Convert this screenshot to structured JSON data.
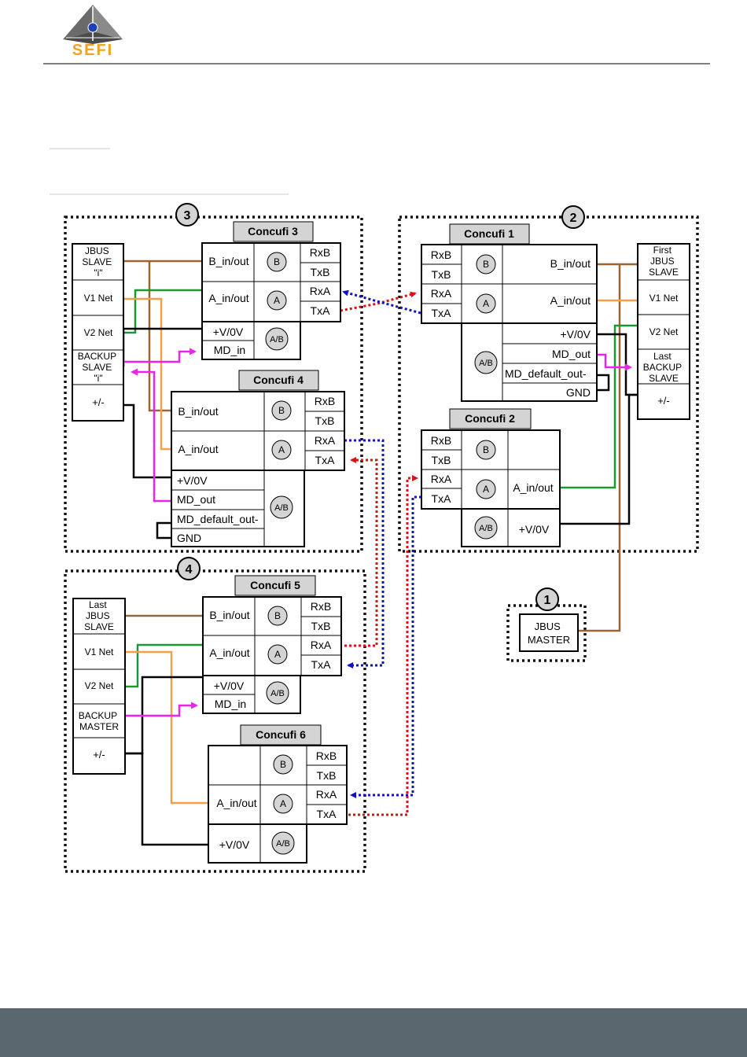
{
  "brand": {
    "name": "SEFI",
    "color": "#f4a11c",
    "dark": "#555555",
    "accent": "#1f3fbf"
  },
  "colors": {
    "brown": "#996633",
    "orange": "#f2a14a",
    "green": "#1a9933",
    "black": "#000000",
    "magenta": "#ee22ee",
    "red": "#dd1111",
    "blue": "#1111cc",
    "footer": "#5b676e"
  },
  "zones": {
    "z1": "1",
    "z2": "2",
    "z3": "3",
    "z4": "4"
  },
  "circles": {
    "b": "B",
    "a": "A",
    "ab": "A/B"
  },
  "pins": {
    "rxb": "RxB",
    "txb": "TxB",
    "rxa": "RxA",
    "txa": "TxA"
  },
  "signals": {
    "b_inout": "B_in/out",
    "a_inout": "A_in/out",
    "vplus": "+V/0V",
    "md_in": "MD_in",
    "md_out": "MD_out",
    "md_def": "MD_default_out-",
    "gnd": "GND"
  },
  "concufi": {
    "c1": "Concufi 1",
    "c2": "Concufi 2",
    "c3": "Concufi 3",
    "c4": "Concufi 4",
    "c5": "Concufi 5",
    "c6": "Concufi 6"
  },
  "devices": {
    "jbus_slave_i": [
      "JBUS",
      "SLAVE",
      "\"i\""
    ],
    "v1_net": "V1 Net",
    "v2_net": "V2 Net",
    "backup_slave_i": [
      "BACKUP",
      "SLAVE",
      "\"i\""
    ],
    "plus_minus": "+/-",
    "first_jbus_slave": [
      "First",
      "JBUS",
      "SLAVE"
    ],
    "last_backup_slave": [
      "Last",
      "BACKUP",
      "SLAVE"
    ],
    "last_jbus_slave": [
      "Last",
      "JBUS",
      "SLAVE"
    ],
    "backup_master": [
      "BACKUP",
      "MASTER"
    ],
    "jbus_master": [
      "JBUS",
      "MASTER"
    ]
  }
}
